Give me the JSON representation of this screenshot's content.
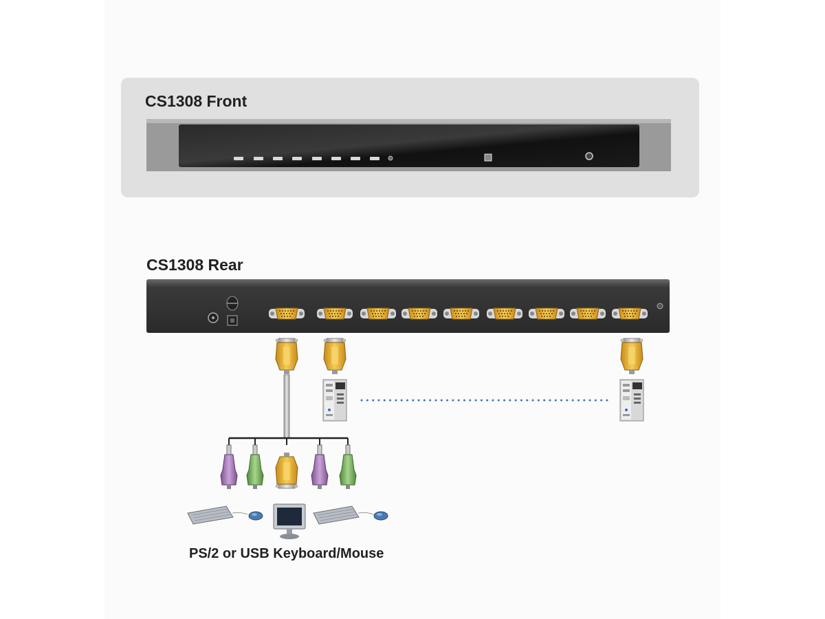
{
  "front": {
    "title": "CS1308 Front"
  },
  "rear": {
    "title": "CS1308 Rear"
  },
  "console": {
    "caption": "PS/2 or USB Keyboard/Mouse"
  },
  "colors": {
    "panel_bg": "#e0e0e0",
    "device_dark": "#1c1c1c",
    "connector_gold": "#e8b43a",
    "ps2_purple": "#a57bb8",
    "ps2_green": "#7fb069",
    "dots_blue": "#4a7ab0"
  }
}
